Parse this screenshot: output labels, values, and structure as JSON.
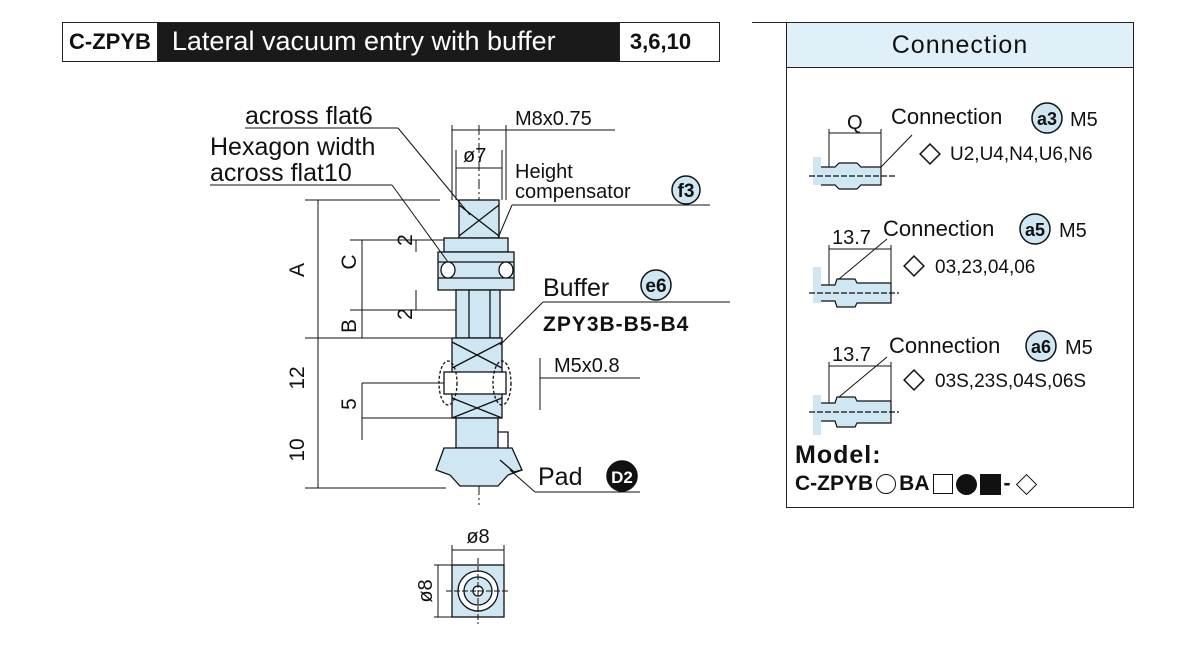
{
  "header": {
    "model_code": "C-ZPYB",
    "title": "Lateral vacuum entry with buffer",
    "sizes": "3,6,10"
  },
  "drawing": {
    "across_flat_6": "across flat6",
    "hex_width_1": "Hexagon width",
    "hex_width_2": "across flat10",
    "thread_top": "M8x0.75",
    "dia_7": "ø7",
    "height_comp_1": "Height",
    "height_comp_2": "compensator",
    "height_comp_code": "f3",
    "buffer_label": "Buffer",
    "buffer_code": "e6",
    "buffer_model": "ZPY3B-B5-B4",
    "thread_side": "M5x0.8",
    "pad_label": "Pad",
    "pad_code": "D2",
    "dim_a": "A",
    "dim_b": "B",
    "dim_c": "C",
    "dim_2a": "2",
    "dim_2b": "2",
    "dim_12": "12",
    "dim_5": "5",
    "dim_10": "10",
    "bottom_dia_h": "ø8",
    "bottom_dia_v": "ø8"
  },
  "connection": {
    "title": "Connection",
    "items": [
      {
        "dim": "Q",
        "label": "Connection",
        "code": "a3",
        "thread": "M5",
        "options": "U2,U4,N4,U6,N6"
      },
      {
        "dim": "13.7",
        "label": "Connection",
        "code": "a5",
        "thread": "M5",
        "options": "03,23,04,06"
      },
      {
        "dim": "13.7",
        "label": "Connection",
        "code": "a6",
        "thread": "M5",
        "options": "03S,23S,04S,06S"
      }
    ],
    "model_label": "Model:",
    "model_prefix": "C-ZPYB",
    "model_ba": "BA",
    "model_dash": "-"
  },
  "colors": {
    "part_fill": "#cfe6f3",
    "header_bg": "#1a1a1a",
    "conn_header_bg": "#dff0f9"
  }
}
